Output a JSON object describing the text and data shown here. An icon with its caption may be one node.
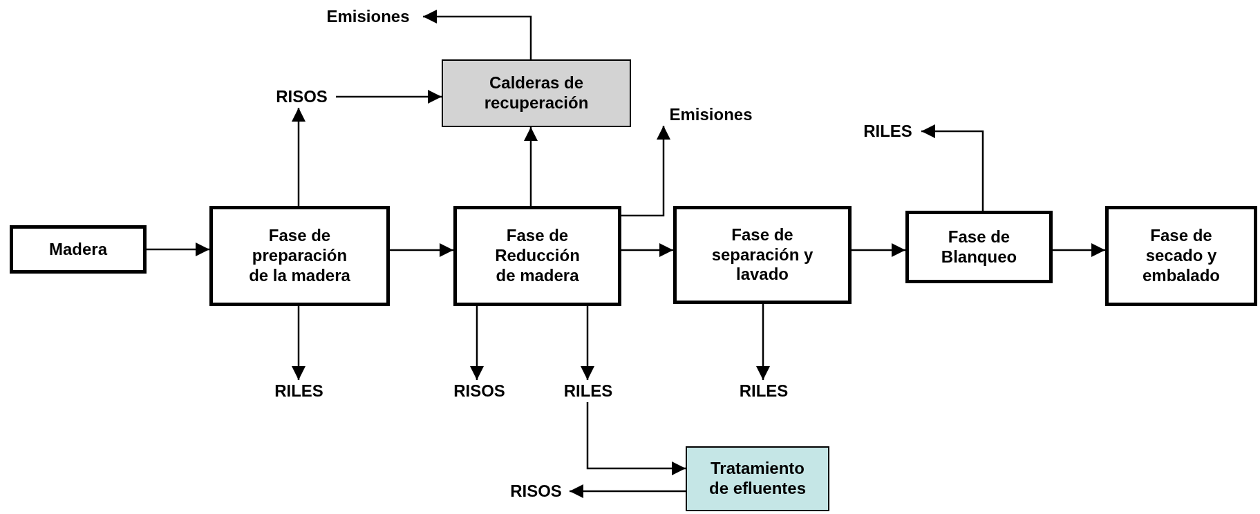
{
  "diagram": {
    "nodes": [
      {
        "text": [
          "Emisiones"
        ]
      },
      {
        "text": [
          "RISOS"
        ]
      },
      {
        "text": [
          "Calderas de recuperación"
        ]
      },
      {
        "text": [
          "Emisiones"
        ]
      },
      {
        "text": [
          "RILES"
        ]
      },
      {
        "text": [
          "Madera"
        ]
      },
      {
        "text": [
          "Fase de preparación de la madera"
        ]
      },
      {
        "text": [
          "Fase de Reducción de madera"
        ]
      },
      {
        "text": [
          "Fase de separación y lavado"
        ]
      },
      {
        "text": [
          "Fase de Blanqueo"
        ]
      },
      {
        "text": [
          "Fase de secado y embalado"
        ]
      },
      {
        "text": [
          "RILES"
        ]
      },
      {
        "text": [
          "RISOS"
        ]
      },
      {
        "text": [
          "RILES"
        ]
      },
      {
        "text": [
          "RILES"
        ]
      },
      {
        "text": [
          "Tratamiento de efluentes"
        ]
      },
      {
        "text": [
          "RISOS"
        ]
      }
    ],
    "edges": [
      {
        "from": 5,
        "to": 6,
        "arrow": "to"
      },
      {
        "from": 6,
        "to": 7,
        "arrow": "to"
      },
      {
        "from": 7,
        "to": 8,
        "arrow": "to"
      },
      {
        "from": 8,
        "to": 9,
        "arrow": "to"
      },
      {
        "from": 9,
        "to": 10,
        "arrow": "to"
      },
      {
        "from": 6,
        "to": 1,
        "arrow": "to"
      },
      {
        "from": 6,
        "to": 11,
        "arrow": "to"
      },
      {
        "from": 1,
        "to": 2,
        "arrow": "to"
      },
      {
        "from": 7,
        "to": 2,
        "arrow": "to"
      },
      {
        "from": 2,
        "to": 0,
        "arrow": "to"
      },
      {
        "from": 7,
        "to": 3,
        "arrow": "to"
      },
      {
        "from": 7,
        "to": 12,
        "arrow": "to"
      },
      {
        "from": 7,
        "to": 13,
        "arrow": "to"
      },
      {
        "from": 13,
        "to": 15,
        "arrow": "to"
      },
      {
        "from": 15,
        "to": 16,
        "arrow": "to"
      },
      {
        "from": 8,
        "to": 14,
        "arrow": "to"
      },
      {
        "from": 9,
        "to": 4,
        "arrow": "to"
      }
    ]
  }
}
